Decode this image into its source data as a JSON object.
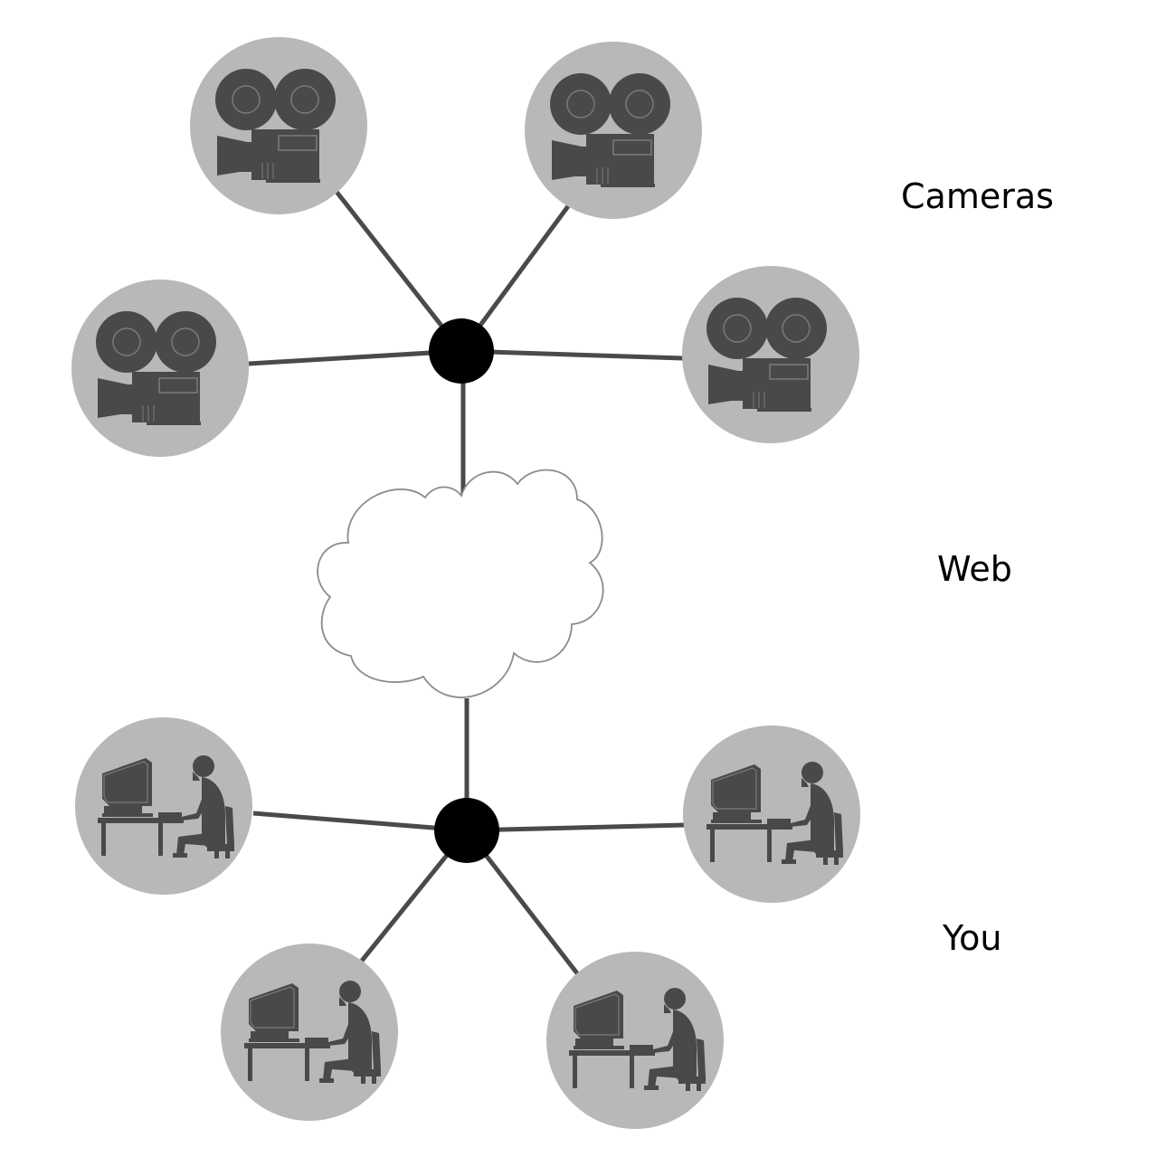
{
  "labels": {
    "cameras": "Cameras",
    "web": "Web",
    "you": "You"
  },
  "colors": {
    "node_circle": "#b8b8b8",
    "icon_fill": "#494949",
    "link": "#4a4a4a",
    "hub": "#000000",
    "cloud_stroke": "#8c8c8c"
  },
  "icons": {
    "camera": "movie-camera-icon",
    "user": "person-at-computer-icon",
    "cloud": "cloud-icon"
  },
  "counts": {
    "cameras": 4,
    "users": 4
  }
}
